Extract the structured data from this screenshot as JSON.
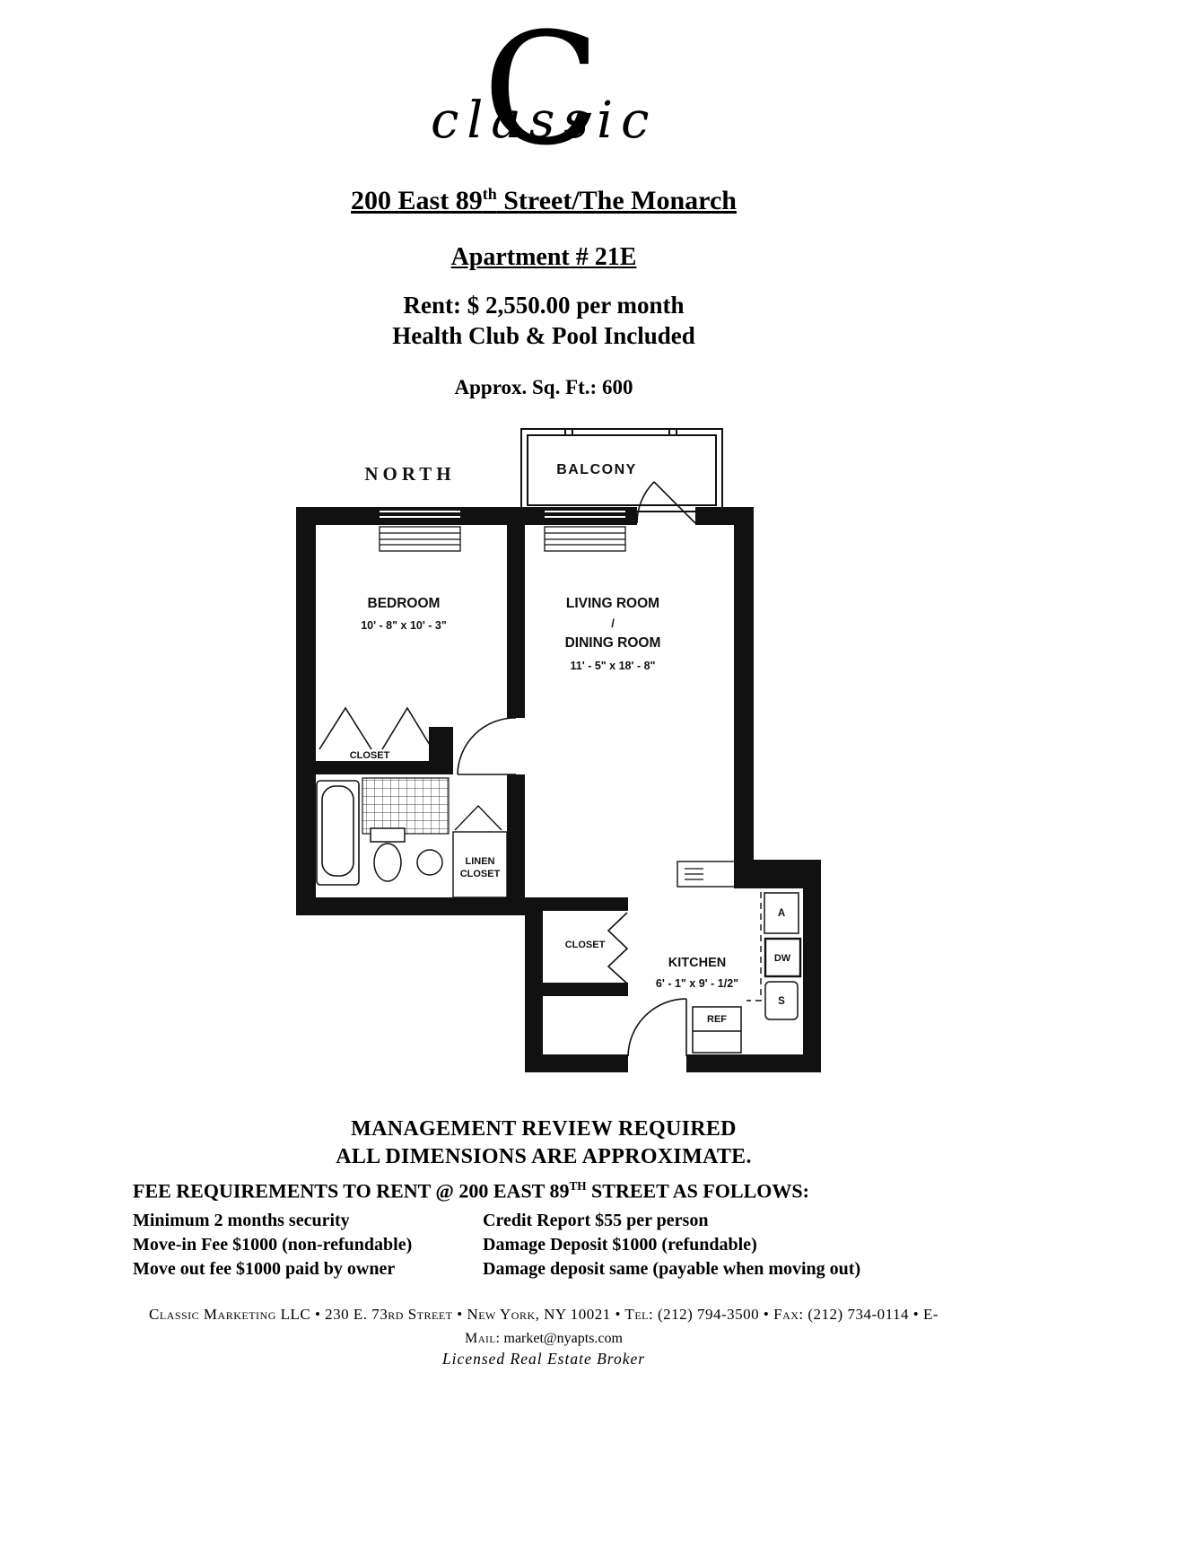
{
  "logo": {
    "initial": "C",
    "script": "classic"
  },
  "header": {
    "building_pre": "200 East 89",
    "building_sup": "th",
    "building_post": " Street/The Monarch",
    "apartment": "Apartment # 21E",
    "rent": "Rent: $ 2,550.00 per month",
    "amenity": "Health Club & Pool Included",
    "sqft": "Approx. Sq. Ft.: 600"
  },
  "floorplan": {
    "north": "NORTH",
    "balcony": "BALCONY",
    "bedroom": {
      "name": "BEDROOM",
      "dims": "10' - 8\" x 10' - 3\""
    },
    "living": {
      "line1": "LIVING ROOM",
      "separator": "/",
      "line2": "DINING ROOM",
      "dims": "11' - 5\" x 18' - 8\""
    },
    "closet": "CLOSET",
    "linen": {
      "line1": "LINEN",
      "line2": "CLOSET"
    },
    "entry_closet": "CLOSET",
    "kitchen": {
      "name": "KITCHEN",
      "dims": "6' - 1\" x 9' - 1/2\""
    },
    "appliances": {
      "a": "A",
      "dw": "DW",
      "s": "S",
      "ref": "REF"
    }
  },
  "notice": {
    "line1": "MANAGEMENT REVIEW REQUIRED",
    "line2": "ALL DIMENSIONS ARE APPROXIMATE."
  },
  "fees": {
    "heading_pre": "FEE REQUIREMENTS TO RENT @ 200 EAST 89",
    "heading_sup": "TH",
    "heading_post": " STREET AS FOLLOWS:",
    "left": [
      "Minimum 2 months security",
      "Move-in Fee $1000 (non-refundable)",
      "Move out fee $1000 paid by owner"
    ],
    "right": [
      "Credit Report $55 per person",
      "Damage Deposit $1000 (refundable)",
      "Damage deposit same (payable when moving out)"
    ]
  },
  "footer": {
    "line1": "Classic Marketing LLC  •  230 E. 73rd Street  •  New York, NY 10021  •  Tel: (212) 794-3500  •  Fax: (212) 734-0114  •  E-",
    "line2_prefix": "Mail:",
    "line2_email": "market@nyapts.com",
    "line3": "Licensed Real Estate Broker"
  }
}
